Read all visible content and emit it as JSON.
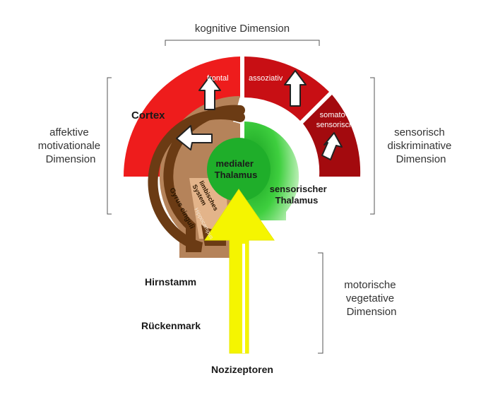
{
  "labels": {
    "kognitive": "kognitive Dimension",
    "affektive": [
      "affektive",
      "motivationale",
      "Dimension"
    ],
    "sensorisch": [
      "sensorisch",
      "diskriminative",
      "Dimension"
    ],
    "motorische": [
      "motorische",
      "vegetative",
      "Dimension"
    ],
    "cortex": "Cortex",
    "frontal": "frontal",
    "assoziativ": "assoziativ",
    "somato": [
      "somato-",
      "sensorisch"
    ],
    "medialer": [
      "medialer",
      "Thalamus"
    ],
    "sensorischer": [
      "sensorischer",
      "Thalamus"
    ],
    "hirnstamm": "Hirnstamm",
    "rueckenmark": "Rückenmark",
    "nozizeptoren": "Nozizeptoren",
    "gyrus": "Gyrus cinguli",
    "limbisches": [
      "limbisches",
      "System"
    ],
    "hippocampus": "Hippocampus"
  },
  "colors": {
    "cortex_frontal": "#ee1c1c",
    "cortex_assoziativ": "#c80f14",
    "cortex_somato": "#a30a0e",
    "cingulate_light": "#b5835a",
    "cingulate_dark": "#6b3b14",
    "limbic": "#e3b48a",
    "medial_thalamus": "#1fae2a",
    "sensory_thalamus": "#4cd24c",
    "arrow": "#f5f500",
    "bracket": "#555555"
  }
}
